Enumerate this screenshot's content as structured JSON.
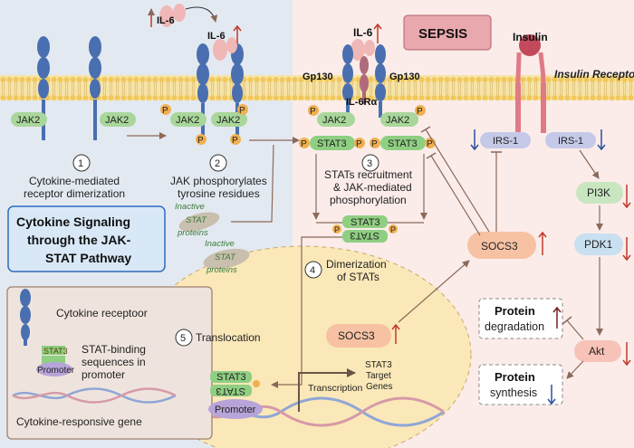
{
  "ligands": {
    "il6_top": "IL-6",
    "il6_middle": "IL-6",
    "il6_right": "IL-6",
    "insulin": "Insulin"
  },
  "kinases": {
    "jak2": "JAK2",
    "phospho": "P"
  },
  "receptors": {
    "gp130": "Gp130",
    "il6r": "IL-6Rα",
    "insulin_receptors": "Insulin Receptors"
  },
  "proteins": {
    "stat3": "STAT3",
    "irs1": "IRS-1",
    "socs3": "SOCS3",
    "pi3k": "PI3K",
    "pdk1": "PDK1",
    "akt": "Akt",
    "promoter": "Promoter"
  },
  "title": {
    "line1": "Cytokine Signaling",
    "line2": "through the JAK-",
    "line3": "STAT Pathway"
  },
  "sepsis": "SEPSIS",
  "steps": {
    "s1_num": "1",
    "s1_line1": "Cytokine-mediated",
    "s1_line2": "receptor dimerization",
    "s2_num": "2",
    "s2_line1": "JAK phosphorylates",
    "s2_line2": "tyrosine residues",
    "s3_num": "3",
    "s3_line1": "STATs recruitment",
    "s3_line2": "& JAK-mediated",
    "s3_line3": "phosphorylation",
    "s4_num": "4",
    "s4_line1": "Dimerization",
    "s4_line2": "of STATs",
    "s5_num": "5",
    "s5_label": "Translocation"
  },
  "inactive_stat": {
    "line1": "Inactive",
    "line2": "STAT",
    "line3": "proteins"
  },
  "nucleus": {
    "transcription": "Transcription",
    "target_line1": "STAT3",
    "target_line2": "Target",
    "target_line3": "Genes"
  },
  "outcomes": {
    "degradation_line1": "Protein",
    "degradation_line2": "degradation",
    "synthesis_line1": "Protein",
    "synthesis_line2": "synthesis"
  },
  "legend": {
    "receptor": "Cytokine receptoor",
    "binding_line1": "STAT-binding",
    "binding_line2": "sequences in",
    "binding_line3": "promoter",
    "gene": "Cytokine-responsive gene"
  },
  "colors": {
    "left_panel": "#e3e9f1",
    "right_panel": "#fbecea",
    "membrane": "#f3d37a",
    "receptor": "#4a6fb0",
    "jak2": "#a9d79b",
    "stat3": "#8fcf82",
    "phospho": "#f0b050",
    "socs3": "#f7c2a3",
    "sepsis": "#e9a8ae",
    "irs1": "#c5c9e8",
    "pi3k": "#c8e6c0",
    "pdk1": "#c8e0ef",
    "akt": "#f7c2b8",
    "nucleus": "#fbe8b8",
    "promoter": "#b7a4d8",
    "arrow": "#8a6a5a",
    "up_arrow": "#c0392b",
    "down_arrow": "#2d4f9e"
  }
}
